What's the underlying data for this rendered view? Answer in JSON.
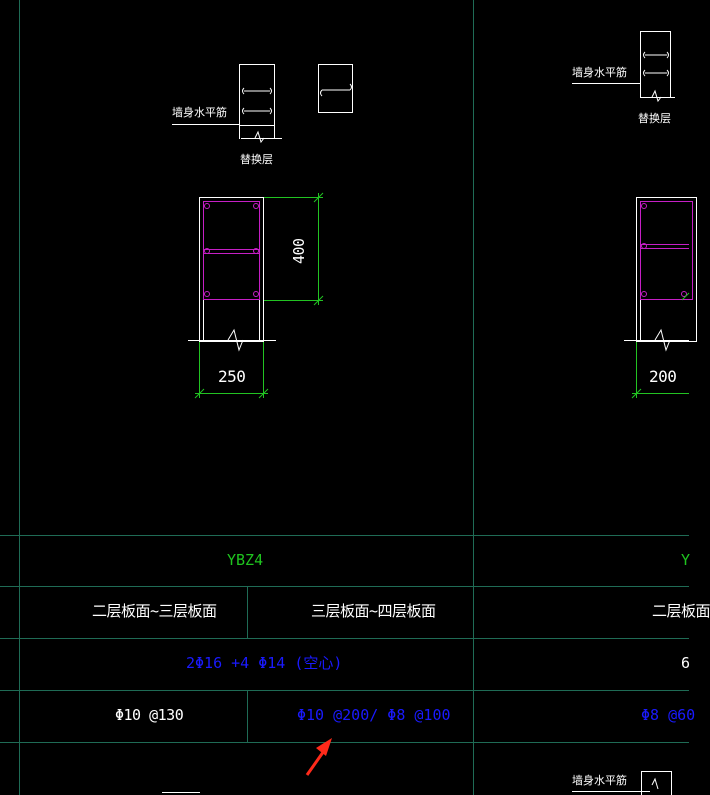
{
  "colors": {
    "background": "#000000",
    "grid_line": "#1f6b55",
    "dim_line": "#22c322",
    "stirrup": "#c61fc6",
    "section_outline": "#ffffff",
    "blue_text": "#1a1aff",
    "green_text": "#1fc41f",
    "arrow": "#ff2a1a"
  },
  "details": {
    "left_label": "墙身水平筋",
    "left_sub": "替换层",
    "right_label": "墙身水平筋",
    "right_sub": "替换层",
    "bottom_right_label": "墙身水平筋"
  },
  "sections": {
    "left": {
      "height_dim": "400",
      "width_dim": "250"
    },
    "right": {
      "width_dim": "200"
    }
  },
  "table": {
    "column_name_left": "YBZ4",
    "column_name_right": "Y",
    "floor_ranges": [
      "二层板面~三层板面",
      "三层板面~四层板面",
      "二层板面"
    ],
    "longitudinal_rebar": "2Φ16 +4 Φ14 (空心)",
    "longitudinal_rebar_right": "6",
    "stirrups": [
      "Φ10 @130",
      "Φ10 @200/ Φ8 @100",
      "Φ8 @60"
    ]
  },
  "annotation": {
    "arrow": "red-pointer-arrow"
  }
}
